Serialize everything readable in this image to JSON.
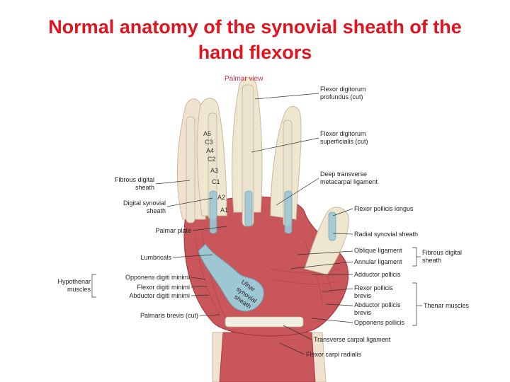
{
  "title": {
    "line1": "Normal anatomy of the synovial sheath of the",
    "line2": "hand flexors"
  },
  "colors": {
    "title": "#e0141e",
    "view_label": "#c0304a",
    "muscle": "#c8565a",
    "muscle_dark": "#a63a40",
    "tendon": "#e9e3cf",
    "sheath": "#9ec7d4",
    "skin": "#f1e2cf",
    "bone": "#efe6d0"
  },
  "figure": {
    "view_label": "Palmar view",
    "pulleys": [
      "A5",
      "C3",
      "A4",
      "C2",
      "A3",
      "C1",
      "A2",
      "A1"
    ],
    "sheath_text": [
      "Ulnar",
      "synovial",
      "sheath"
    ],
    "labels_right": {
      "fdp": [
        "Flexor digitorum",
        "profundus (cut)"
      ],
      "fds": [
        "Flexor digitorum",
        "superficialis (cut)"
      ],
      "dtml": [
        "Deep transverse",
        "metacarpal ligament"
      ],
      "fpl": "Flexor pollicis longus",
      "radial_sheath": "Radial synovial sheath",
      "oblique": "Oblique ligament",
      "annular": "Annular ligament",
      "fibrous_right": [
        "Fibrous digital",
        "sheath"
      ],
      "abd_pollicis": "Adductor pollicis",
      "fpb": [
        "Flexor pollicis",
        "brevis"
      ],
      "apb": [
        "Abductor pollicis",
        "brevis"
      ],
      "opp_pollicis": "Opponens pollicis",
      "thenar": "Thenar muscles",
      "tcl": "Transverse carpal ligament",
      "fcr": "Flexor carpi radialis"
    },
    "labels_left": {
      "fibrous": [
        "Fibrous digital",
        "sheath"
      ],
      "digital_syn": [
        "Digital synovial",
        "sheath"
      ],
      "palmar_plate": "Palmar plate",
      "lumbricals": "Lumbricals",
      "hypothenar": [
        "Hypothenar",
        "muscles"
      ],
      "odm": "Opponens digiti minimi",
      "fdm": "Flexor digiti minimi",
      "adm": "Abductor digiti minimi",
      "palmaris": "Palmaris brevis (cut)"
    }
  }
}
